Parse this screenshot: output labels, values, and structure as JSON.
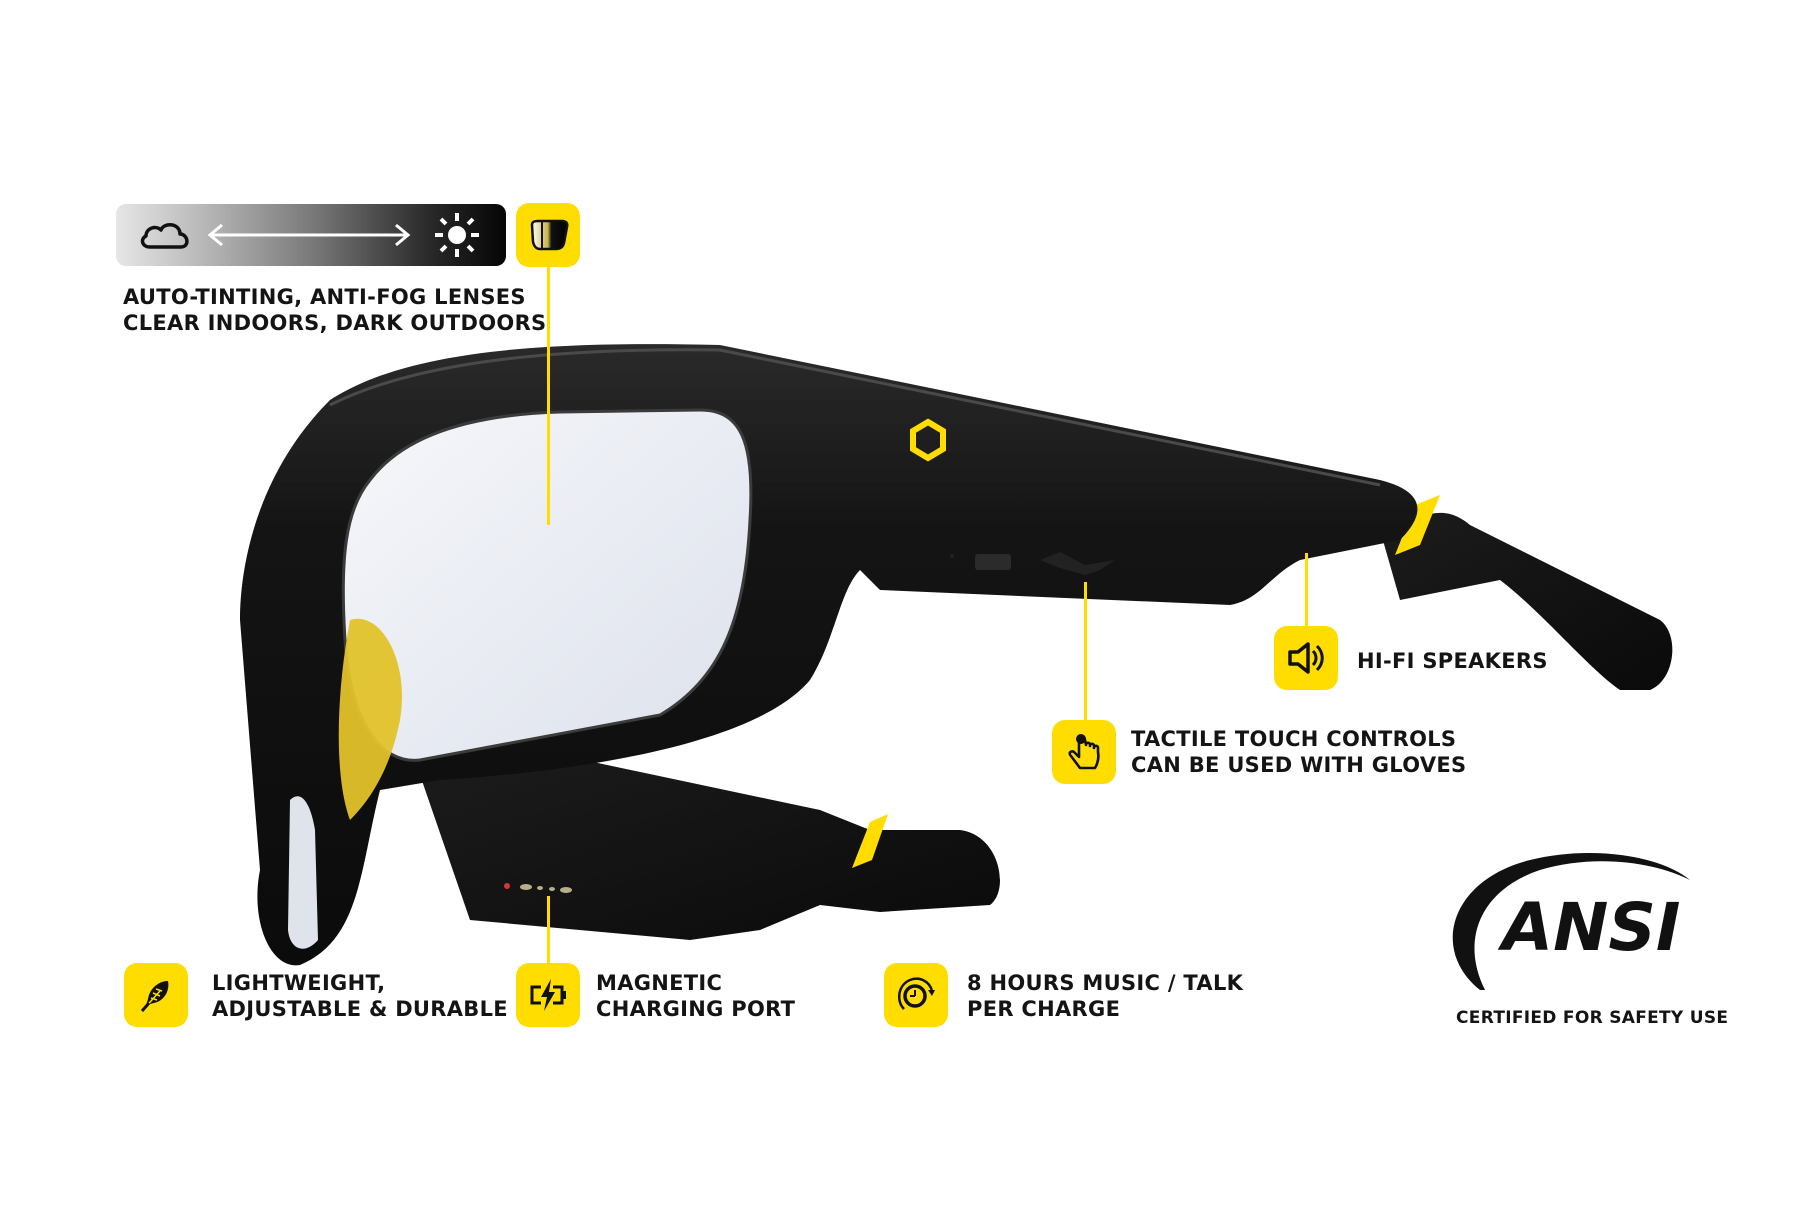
{
  "tint_callout": {
    "icon_left": "cloud-icon",
    "icon_center": "double-arrow-icon",
    "icon_right": "sun-icon",
    "badge_icon": "lens-tint-icon",
    "lines": [
      "AUTO-TINTING, ANTI-FOG LENSES",
      "CLEAR INDOORS, DARK OUTDOORS"
    ]
  },
  "speakers_callout": {
    "icon": "speaker-icon",
    "lines": [
      "HI-FI SPEAKERS"
    ]
  },
  "touch_callout": {
    "icon": "touch-hand-icon",
    "lines": [
      "TACTILE TOUCH CONTROLS",
      "CAN BE USED WITH GLOVES"
    ]
  },
  "bottom_features": [
    {
      "icon": "feather-icon",
      "lines": [
        "LIGHTWEIGHT,",
        "ADJUSTABLE & DURABLE"
      ]
    },
    {
      "icon": "battery-charging-icon",
      "lines": [
        "MAGNETIC",
        "CHARGING PORT"
      ]
    },
    {
      "icon": "clock-cycle-icon",
      "lines": [
        "8 HOURS MUSIC / TALK",
        "PER CHARGE"
      ]
    }
  ],
  "certification": {
    "logo_text": "ANSI",
    "caption": "CERTIFIED FOR SAFETY USE"
  },
  "colors": {
    "accent_yellow": "#FFDD00",
    "frame_black": "#111111",
    "text": "#141414",
    "background": "#FFFFFF"
  }
}
